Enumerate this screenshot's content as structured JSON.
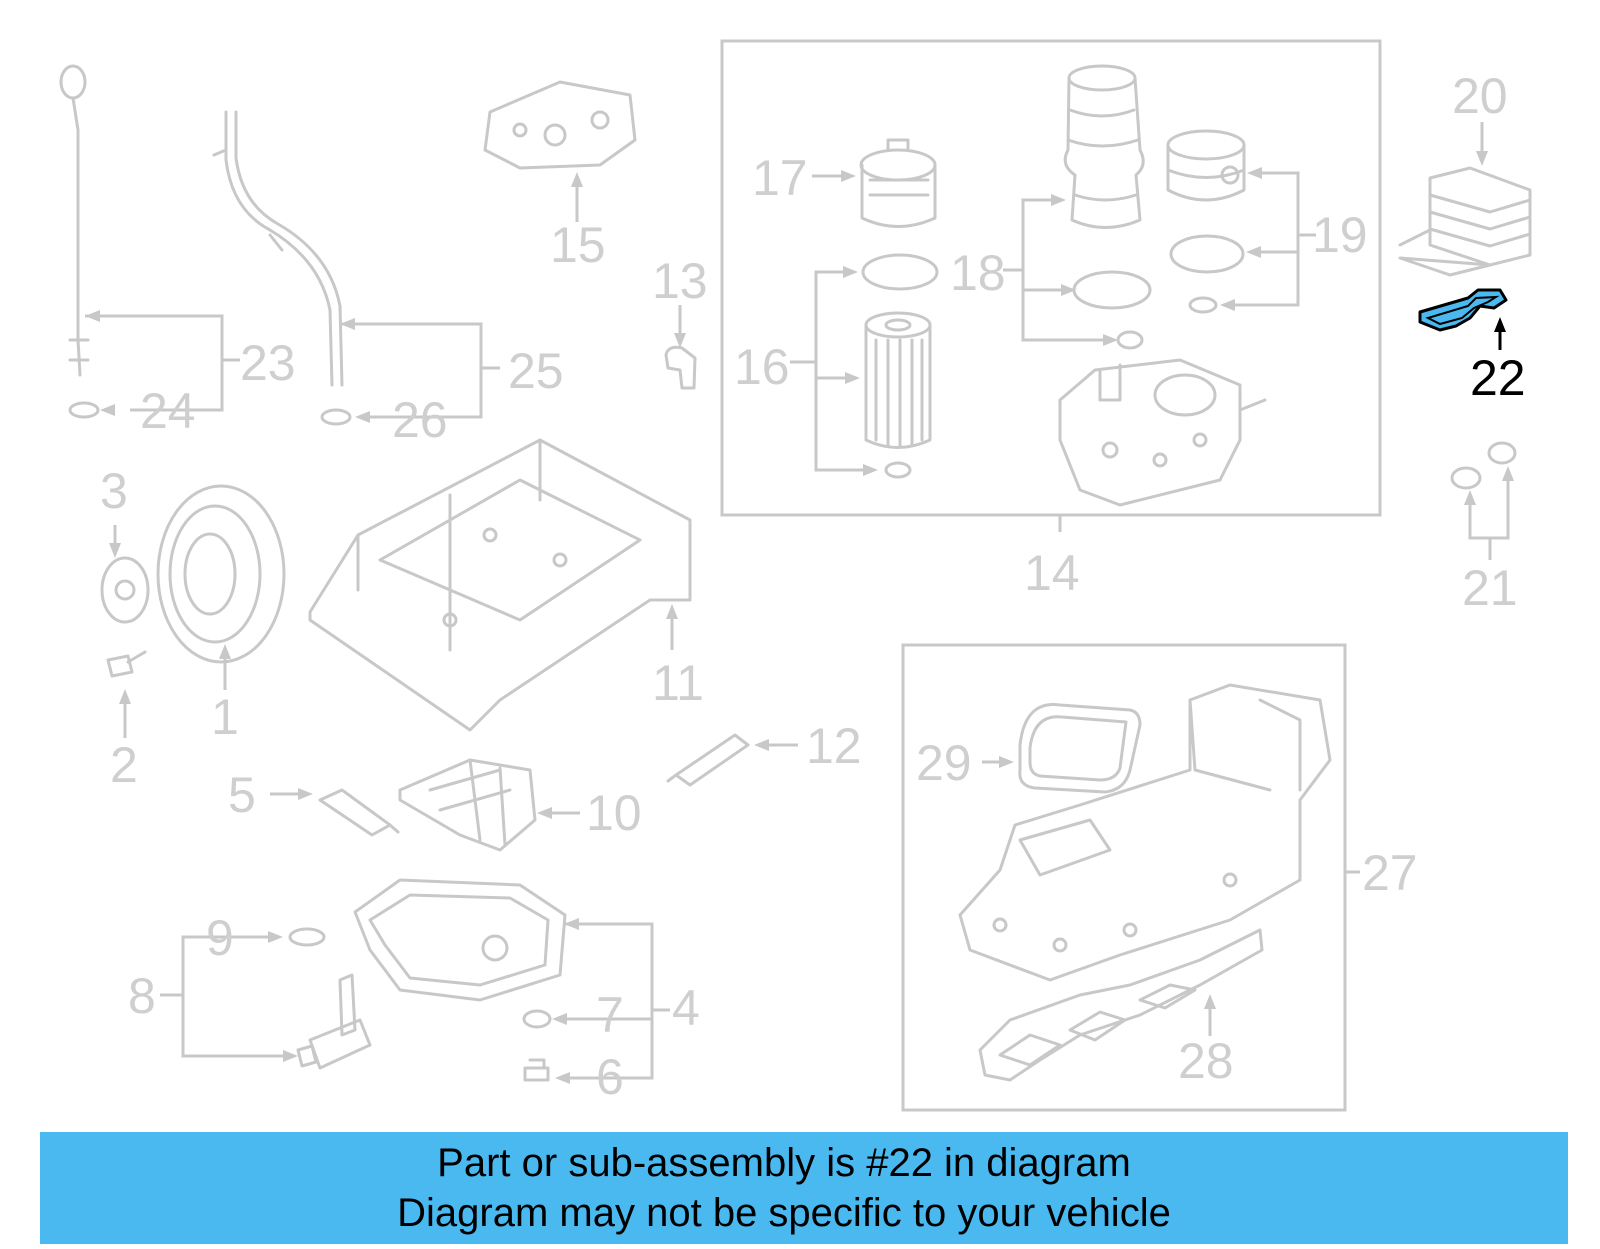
{
  "diagram": {
    "highlighted_part": "22",
    "highlight_color": "#4ab9f0",
    "callouts": [
      "1",
      "2",
      "3",
      "4",
      "5",
      "6",
      "7",
      "8",
      "9",
      "10",
      "11",
      "12",
      "13",
      "14",
      "15",
      "16",
      "17",
      "18",
      "19",
      "20",
      "21",
      "22",
      "23",
      "24",
      "25",
      "26",
      "27",
      "28",
      "29"
    ]
  },
  "banner": {
    "line1": "Part or sub-assembly is #22 in diagram",
    "line2": "Diagram may not be specific to your vehicle",
    "background": "#4ab9f0"
  }
}
